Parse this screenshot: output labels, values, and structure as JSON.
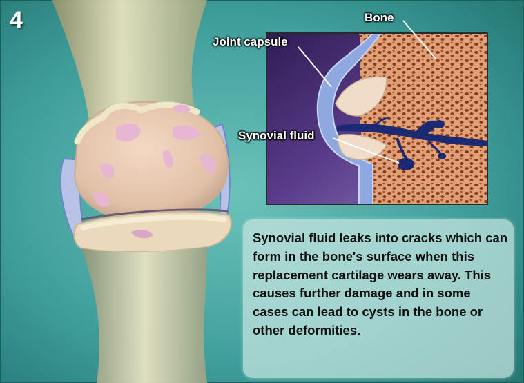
{
  "step_number": "4",
  "labels": {
    "bone": "Bone",
    "joint_capsule": "Joint capsule",
    "synovial_fluid": "Synovial fluid"
  },
  "caption": "Synovial fluid leaks into cracks which can form in the bone's surface when this replacement cartilage wears away. This causes further damage and in some cases can lead to cysts in the bone or other deformities.",
  "colors": {
    "background_teal": "#3f9e9a",
    "bone": "#e6d4b4",
    "cartilage_pink": "#e6b6d2",
    "capsule_blue": "#8fa9e0",
    "synovial_fluid": "#1b2a72",
    "cancellous_bone": "#9a4a22",
    "inset_purple": "#4c2f7c"
  }
}
